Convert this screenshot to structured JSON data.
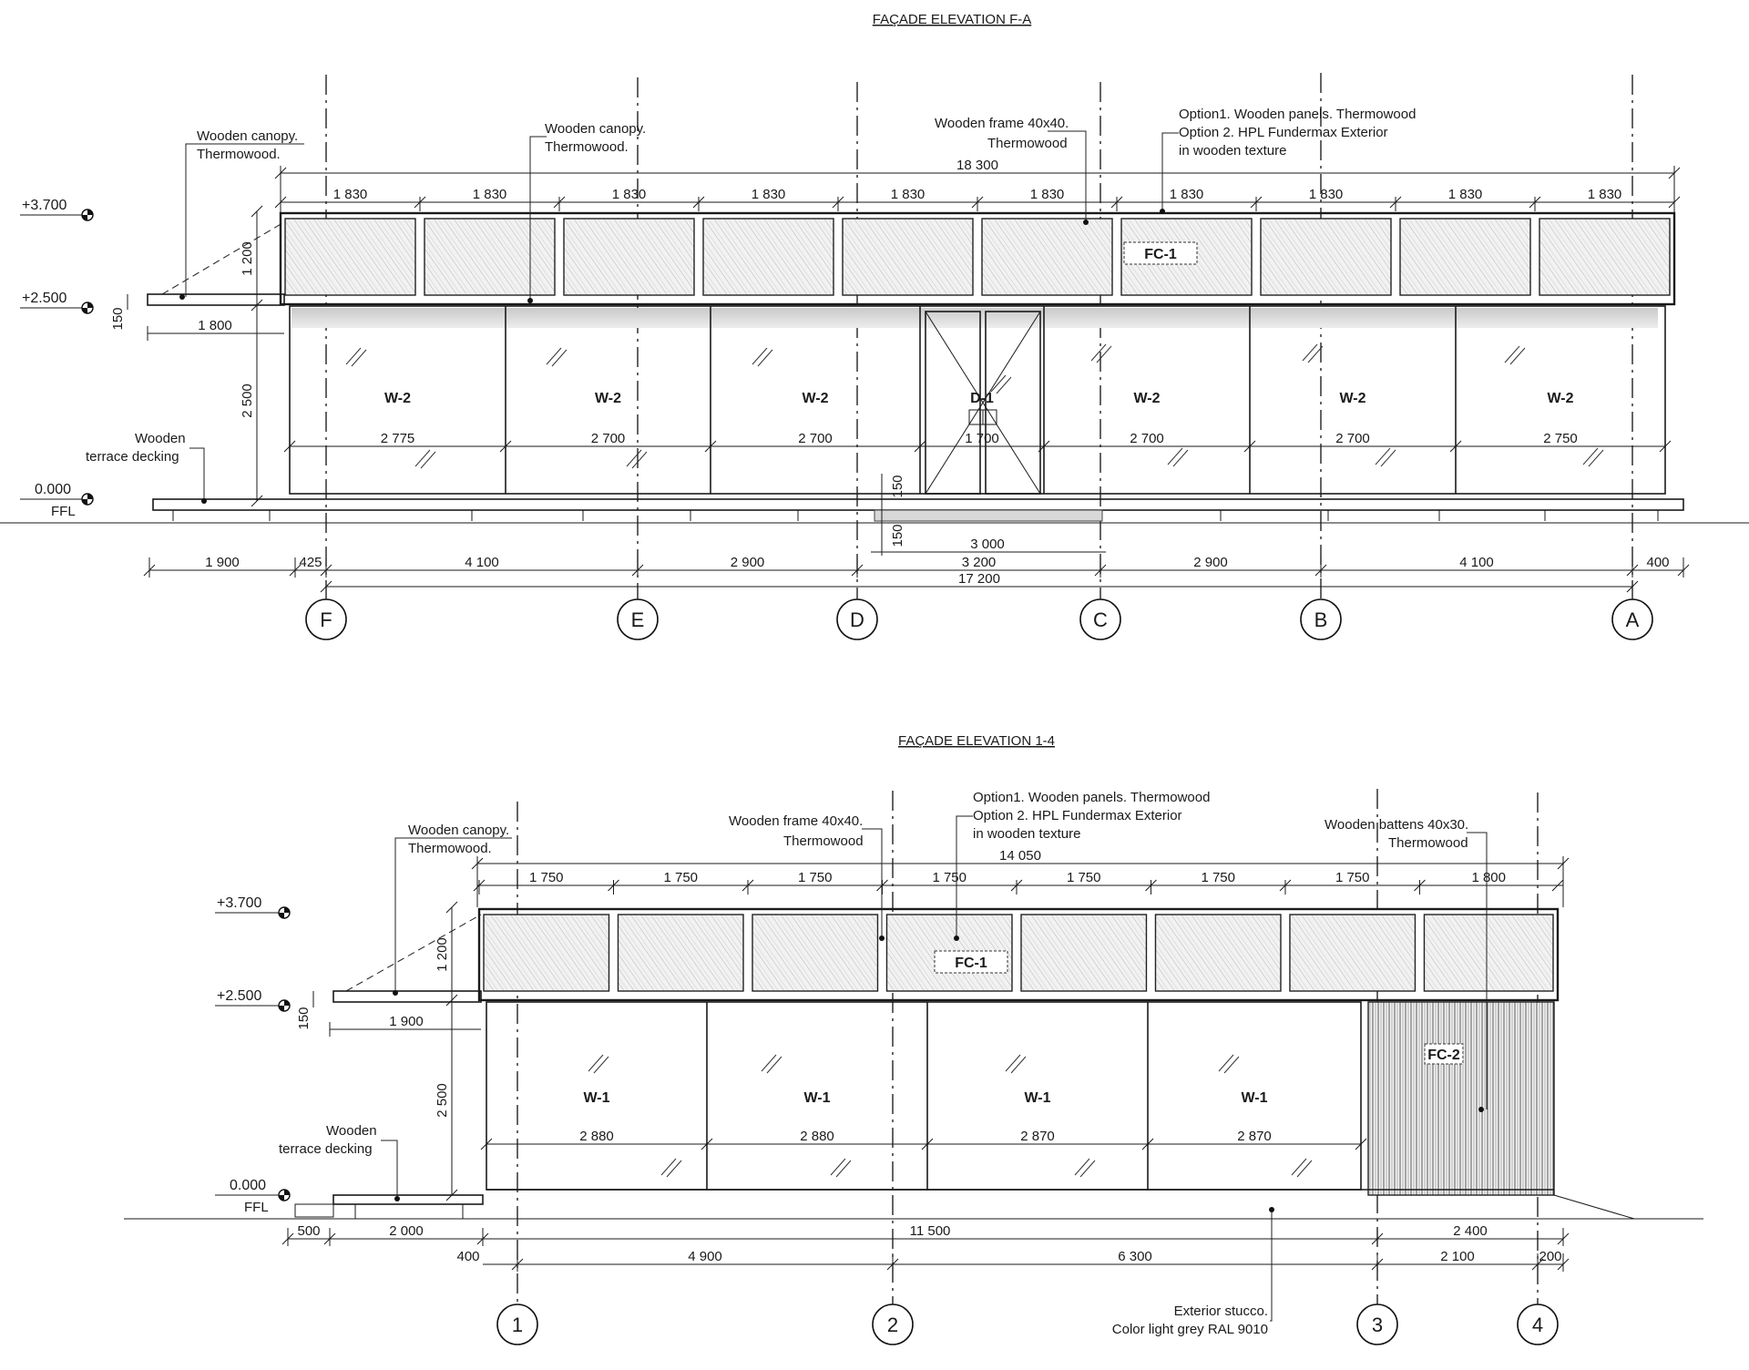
{
  "elevation_fa": {
    "title": "FAÇADE ELEVATION F-A",
    "overall_top": "18 300",
    "module_dims": [
      "1 830",
      "1 830",
      "1 830",
      "1 830",
      "1 830",
      "1 830",
      "1 830",
      "1 830",
      "1 830",
      "1 830"
    ],
    "panel_tag": "FC-1",
    "panel_height": "1 200",
    "opening_height": "2 500",
    "canopy_thk": "150",
    "canopy_len": "1 800",
    "windows": [
      {
        "tag": "W-2",
        "width": "2 775"
      },
      {
        "tag": "W-2",
        "width": "2 700"
      },
      {
        "tag": "W-2",
        "width": "2 700"
      },
      {
        "tag": "D-1",
        "width": "1 700"
      },
      {
        "tag": "W-2",
        "width": "2 700"
      },
      {
        "tag": "W-2",
        "width": "2 700"
      },
      {
        "tag": "W-2",
        "width": "2 750"
      }
    ],
    "step_dims": [
      "150",
      "150"
    ],
    "step_width": "3 000",
    "bottom_row1": [
      "1 900",
      "425",
      "4 100",
      "2 900",
      "3 200",
      "2 900",
      "4 100",
      "400"
    ],
    "bottom_total": "17 200",
    "grid_axes": [
      "F",
      "E",
      "D",
      "C",
      "B",
      "A"
    ],
    "levels": [
      {
        "value": "+3.700"
      },
      {
        "value": "+2.500"
      },
      {
        "value": "0.000",
        "sub": "FFL"
      }
    ],
    "notes": {
      "canopy_left_1": "Wooden canopy.",
      "canopy_left_2": "Thermowood.",
      "canopy_mid_1": "Wooden canopy.",
      "canopy_mid_2": "Thermowood.",
      "frame_1": "Wooden frame 40x40.",
      "frame_2": "Thermowood",
      "option_1": "Option1. Wooden panels. Thermowood",
      "option_2": "Option 2. HPL Fundermax Exterior",
      "option_3": "in wooden texture",
      "decking_1": "Wooden",
      "decking_2": "terrace decking"
    }
  },
  "elevation_14": {
    "title": "FAÇADE ELEVATION 1-4",
    "overall_top": "14 050",
    "module_dims": [
      "1 750",
      "1 750",
      "1 750",
      "1 750",
      "1 750",
      "1 750",
      "1 750",
      "1 800"
    ],
    "panel_tag": "FC-1",
    "batten_tag": "FC-2",
    "panel_height": "1 200",
    "opening_height": "2 500",
    "canopy_thk": "150",
    "canopy_len": "1 900",
    "windows": [
      {
        "tag": "W-1",
        "width": "2 880"
      },
      {
        "tag": "W-1",
        "width": "2 880"
      },
      {
        "tag": "W-1",
        "width": "2 870"
      },
      {
        "tag": "W-1",
        "width": "2 870"
      }
    ],
    "bottom_row1": [
      "500",
      "2 000",
      "11 500",
      "2 400"
    ],
    "bottom_row2": [
      "400",
      "4 900",
      "6 300",
      "2 100",
      "200"
    ],
    "grid_axes": [
      "1",
      "2",
      "3",
      "4"
    ],
    "levels": [
      {
        "value": "+3.700"
      },
      {
        "value": "+2.500"
      },
      {
        "value": "0.000",
        "sub": "FFL"
      }
    ],
    "notes": {
      "canopy_1": "Wooden canopy.",
      "canopy_2": "Thermowood.",
      "frame_1": "Wooden frame 40x40.",
      "frame_2": "Thermowood",
      "option_1": "Option1. Wooden panels. Thermowood",
      "option_2": "Option 2. HPL Fundermax Exterior",
      "option_3": "in wooden texture",
      "battens_1": "Wooden battens 40x30.",
      "battens_2": "Thermowood",
      "decking_1": "Wooden",
      "decking_2": "terrace decking",
      "stucco_1": "Exterior stucco.",
      "stucco_2": "Color light grey RAL 9010"
    }
  }
}
